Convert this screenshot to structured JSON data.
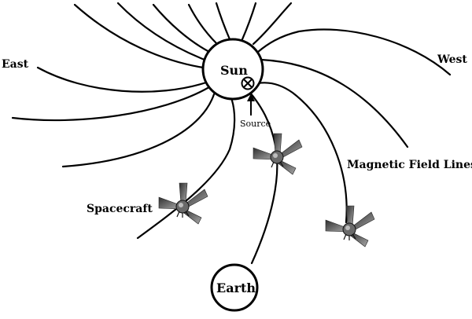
{
  "labels": {
    "sun": "Sun",
    "earth": "Earth",
    "east": "East",
    "west": "West",
    "source": "Source",
    "spacecraft": "Spacecraft",
    "field_lines": "Magnetic Field Lines"
  },
  "icons": {
    "source_marker": "circled-x-icon",
    "spacecraft": "spacecraft-icon"
  },
  "colors": {
    "line": "#000000",
    "panel_dark": "#3a3a3a",
    "panel_light": "#9a9a9a",
    "background": "#ffffff"
  }
}
